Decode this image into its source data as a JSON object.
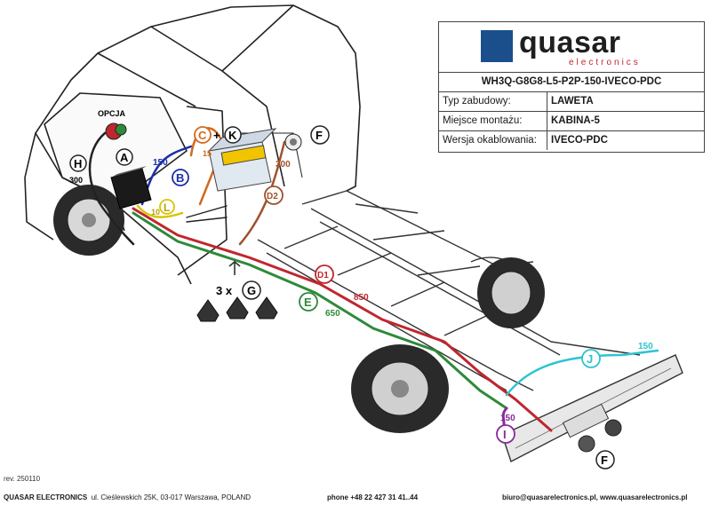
{
  "brand": {
    "name": "quasar",
    "tagline": "electronics"
  },
  "product_code": "WH3Q-G8G8-L5-P2P-150-IVECO-PDC",
  "specs": [
    {
      "key": "Typ zabudowy:",
      "value": "LAWETA"
    },
    {
      "key": "Miejsce montażu:",
      "value": "KABINA-5"
    },
    {
      "key": "Wersja okablowania:",
      "value": "IVECO-PDC"
    }
  ],
  "callouts": {
    "opcja": "OPCJA",
    "A": "A",
    "B": "B",
    "C": "C",
    "K": "K",
    "plus": "+",
    "D1": "D1",
    "D2": "D2",
    "E": "E",
    "F": "F",
    "G": "G",
    "G_qty": "3 x",
    "H": "H",
    "I": "I",
    "J": "J",
    "L": "L"
  },
  "cable_lengths": {
    "H": "300",
    "B": "150",
    "C": "15",
    "L": "10",
    "D2": "300",
    "D1": "850",
    "E": "650",
    "I": "150",
    "J": "150"
  },
  "colors": {
    "brand_blue": "#1a4f8c",
    "brand_red": "#c0262d",
    "wire_red": "#c0262d",
    "wire_green": "#2e8a3a",
    "wire_blue": "#1a2ea8",
    "wire_orange": "#d2691e",
    "wire_brown": "#a0522d",
    "wire_yellow": "#d8c400",
    "wire_purple": "#8a2a9a",
    "wire_cyan": "#2cc4d0"
  },
  "footer": {
    "revision": "rev. 250110",
    "company": "QUASAR ELECTRONICS",
    "address": "ul. Cieślewskich 25K, 03-017 Warszawa, POLAND",
    "phone": "phone +48 22 427 31 41..44",
    "contact": "biuro@quasarelectronics.pl, www.quasarelectronics.pl"
  }
}
